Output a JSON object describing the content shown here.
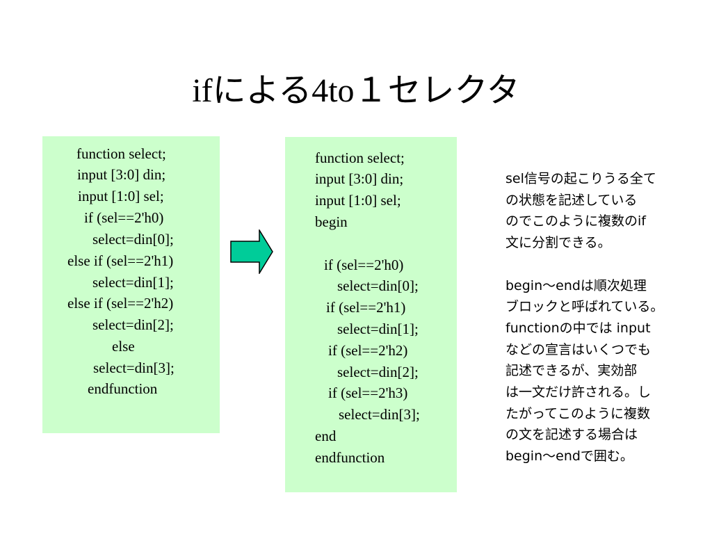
{
  "slide": {
    "title": "ifによる4to１セレクタ",
    "left_code": [
      "function select;",
      "input [3:0] din;",
      "input [1:0] sel;",
      "if (sel==2'h0)",
      "select=din[0];",
      "else if (sel==2'h1)",
      "select=din[1];",
      "else if (sel==2'h2)",
      "select=din[2];",
      "else",
      "select=din[3];",
      "endfunction"
    ],
    "right_code": [
      "function select;",
      "input [3:0] din;",
      "input [1:0] sel;",
      "begin",
      "if (sel==2'h0)",
      "select=din[0];",
      "if (sel==2'h1)",
      "select=din[1];",
      "if (sel==2'h2)",
      "select=din[2];",
      "if (sel==2'h3)",
      "select=din[3];",
      "end",
      "endfunction"
    ],
    "note": "sel信号の起こりうる全て\nの状態を記述している\nのでこのように複数のif\n文に分割できる。\n\nbegin～endは順次処理\nブロックと呼ばれている。\nfunctionの中では input\nなどの宣言はいくつでも\n記述できるが、実効部\nは一文だけ許される。し\nたがってこのように複数\nの文を記述する場合は\nbegin～endで囲む。",
    "colors": {
      "code_box_bg": "#ccffcc",
      "arrow_fill": "#00cc99",
      "text": "#000000"
    },
    "icons": {
      "arrow": "right-arrow-icon"
    }
  }
}
